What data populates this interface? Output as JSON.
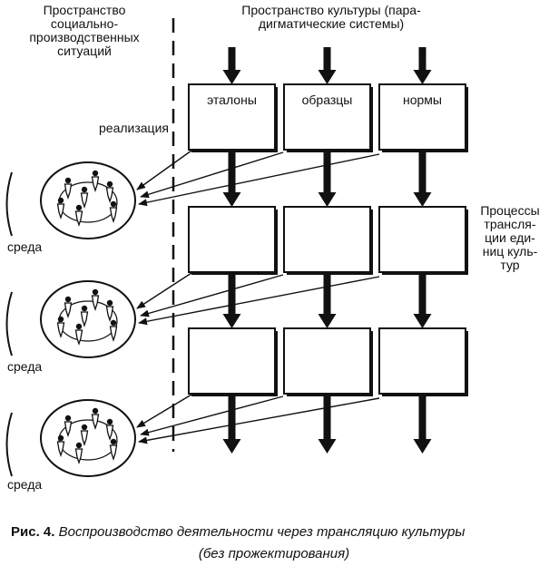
{
  "header": {
    "left_title": [
      "Пространство",
      "социально-",
      "производственных",
      "ситуаций"
    ],
    "right_title": [
      "Пространство культуры (пара-",
      "дигматические системы)"
    ]
  },
  "labels": {
    "realization": "реализация",
    "processes": [
      "Процессы",
      "трансля-",
      "ции еди-",
      "ниц куль-",
      "тур"
    ]
  },
  "columns": [
    {
      "label": "эталоны"
    },
    {
      "label": "образцы"
    },
    {
      "label": "нормы"
    }
  ],
  "environment_label": "среда",
  "caption": {
    "prefix": "Рис. 4.",
    "line1": "Воспроизводство деятельности через трансляцию культуры",
    "line2": "(без прожектирования)"
  }
}
